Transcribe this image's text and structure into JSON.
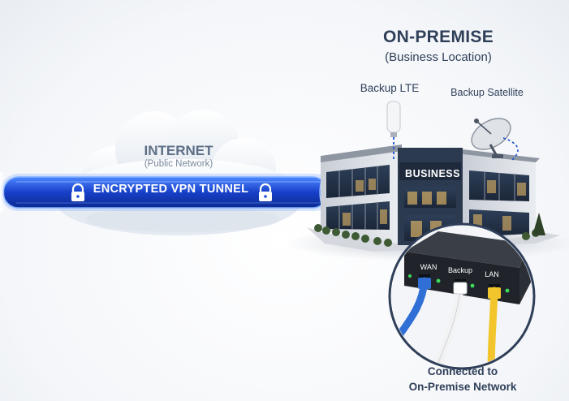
{
  "header": {
    "title": "ON-PREMISE",
    "subtitle": "(Business Location)"
  },
  "backup_links": {
    "lte_label": "Backup LTE",
    "satellite_label": "Backup Satellite"
  },
  "internet": {
    "title": "INTERNET",
    "subtitle": "(Public Network)"
  },
  "tunnel": {
    "label": "ENCRYPTED VPN TUNNEL"
  },
  "building": {
    "sign": "BUSINESS"
  },
  "router": {
    "ports": [
      "WAN",
      "Backup",
      "LAN"
    ],
    "cable_colors": [
      "#2f6fd6",
      "#f2f2f2",
      "#f2c52c"
    ]
  },
  "footer": {
    "line1": "Connected to",
    "line2": "On-Premise Network"
  },
  "colors": {
    "tunnel": "#1d4fd6",
    "text_dark": "#2f3f59",
    "led_green": "#3ddc5a"
  },
  "icons": [
    "lock-icon",
    "lock-icon",
    "antenna-icon",
    "satellite-dish-icon"
  ]
}
